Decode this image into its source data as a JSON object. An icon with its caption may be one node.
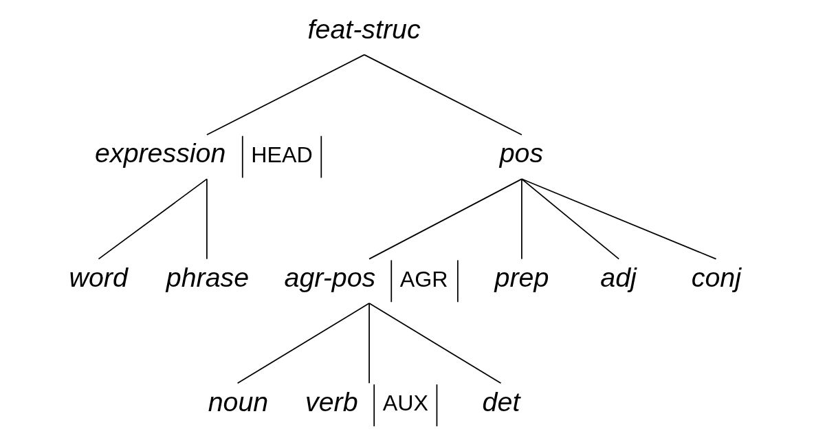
{
  "diagram": {
    "nodes": [
      {
        "text": [
          "feat-struc"
        ]
      },
      {
        "text": [
          "expression",
          "HEAD"
        ]
      },
      {
        "text": [
          "pos"
        ]
      },
      {
        "text": [
          "word"
        ]
      },
      {
        "text": [
          "phrase"
        ]
      },
      {
        "text": [
          "agr-pos",
          "AGR"
        ]
      },
      {
        "text": [
          "prep"
        ]
      },
      {
        "text": [
          "adj"
        ]
      },
      {
        "text": [
          "conj"
        ]
      },
      {
        "text": [
          "noun"
        ]
      },
      {
        "text": [
          "verb",
          "AUX"
        ]
      },
      {
        "text": [
          "det"
        ]
      }
    ],
    "edges": [
      {
        "from": 0,
        "to": 1,
        "arrow": "none"
      },
      {
        "from": 0,
        "to": 2,
        "arrow": "none"
      },
      {
        "from": 1,
        "to": 3,
        "arrow": "none"
      },
      {
        "from": 1,
        "to": 4,
        "arrow": "none"
      },
      {
        "from": 2,
        "to": 5,
        "arrow": "none"
      },
      {
        "from": 2,
        "to": 6,
        "arrow": "none"
      },
      {
        "from": 2,
        "to": 7,
        "arrow": "none"
      },
      {
        "from": 2,
        "to": 8,
        "arrow": "none"
      },
      {
        "from": 5,
        "to": 9,
        "arrow": "none"
      },
      {
        "from": 5,
        "to": 10,
        "arrow": "none"
      },
      {
        "from": 5,
        "to": 11,
        "arrow": "none"
      }
    ]
  }
}
